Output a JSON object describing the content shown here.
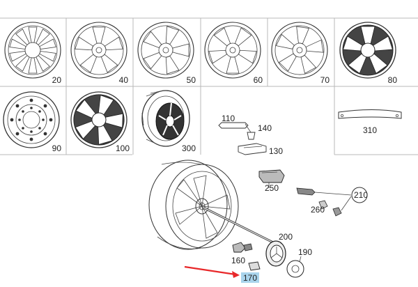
{
  "catalog": {
    "cells": [
      {
        "number": "20"
      },
      {
        "number": "40"
      },
      {
        "number": "50"
      },
      {
        "number": "60"
      },
      {
        "number": "70"
      },
      {
        "number": "80"
      },
      {
        "number": "90"
      },
      {
        "number": "100"
      },
      {
        "number": "300"
      },
      {
        "number": "310"
      }
    ]
  },
  "callouts": {
    "c110": "110",
    "c140": "140",
    "c130": "130",
    "c250": "250",
    "c210": "210",
    "c260": "260",
    "c200": "200",
    "c160": "160",
    "c190": "190",
    "c170": "170"
  },
  "colors": {
    "highlight": "#a9d4ec",
    "arrow": "#e8282a",
    "grid": "#b8b8b8"
  }
}
